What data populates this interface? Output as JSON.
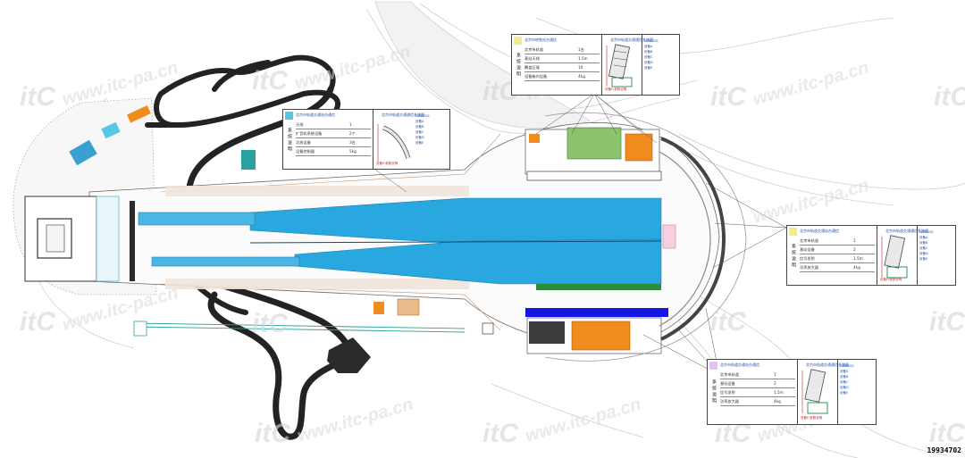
{
  "watermark": {
    "logo": "itC",
    "url": "www.itc-pa.cn"
  },
  "image_id": "19934702",
  "callouts": [
    {
      "id": "top",
      "heading": "北京市地铁站台通信",
      "diagram_heading": "北京市轨道交通通信系统图",
      "vertical_label": "系统说明",
      "rows": [
        "北京市轨道",
        "基站天线",
        "覆盖区域",
        "设备箱内设备"
      ],
      "values": [
        "1台",
        "1.5m",
        "10",
        "4kg"
      ],
      "notes": [
        "LAN0001",
        "设备A",
        "设备B",
        "设备C",
        "设备D",
        "设备E"
      ],
      "note_red": "设备F/参数说明"
    },
    {
      "id": "left",
      "heading": "北京市轨道交通站台通信",
      "diagram_heading": "北京市轨道交通通信系统图",
      "vertical_label": "系统说明",
      "rows": [
        "天线",
        "扩音机系统设备",
        "功放设备",
        "设备控制器"
      ],
      "values": [
        "1",
        "2个",
        "3台",
        "5kg"
      ],
      "notes": [
        "LAN0001",
        "设备A",
        "设备B",
        "设备C",
        "设备D",
        "设备E"
      ],
      "note_red": "设备F/参数说明"
    },
    {
      "id": "right",
      "heading": "北京市轨道交通站台通信",
      "diagram_heading": "北京市轨道交通通信系统图",
      "vertical_label": "系统说明",
      "rows": [
        "北京市轨道",
        "基站设备",
        "信号发射",
        "功率放大器"
      ],
      "values": [
        "1",
        "2",
        "1.5m",
        "4kg"
      ],
      "notes": [
        "LAN0001",
        "设备A",
        "设备B",
        "设备C",
        "设备D",
        "设备E"
      ],
      "note_red": "设备F/参数说明"
    },
    {
      "id": "bottom",
      "heading": "北京市轨道交通站台通信",
      "diagram_heading": "北京市轨道交通通信系统图",
      "vertical_label": "系统说明",
      "rows": [
        "北京市轨道",
        "基站设备",
        "信号发射",
        "功率放大器"
      ],
      "values": [
        "1",
        "2",
        "1.5m",
        "4kg"
      ],
      "notes": [
        "LAN0001",
        "设备A",
        "设备B",
        "设备C",
        "设备D",
        "设备E"
      ],
      "note_red": "设备F/参数说明"
    }
  ],
  "colors": {
    "platform_blue": "#29a8e0",
    "track_black": "#222222",
    "band_blue": "#1515e6",
    "green_zone": "#2f8a3c",
    "orange_zone": "#f08c1e",
    "teal_zone": "#56c8e6"
  }
}
